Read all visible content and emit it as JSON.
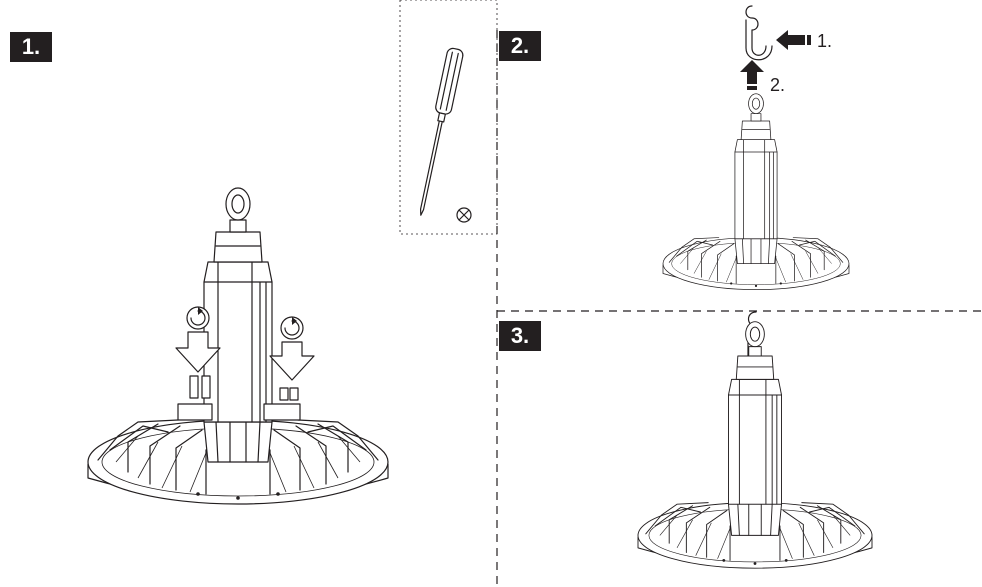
{
  "steps": [
    {
      "label": "1."
    },
    {
      "label": "2."
    },
    {
      "label": "3."
    }
  ],
  "arrows": {
    "label_1": "1.",
    "label_2": "2."
  },
  "icons": {
    "screwdriver": "screwdriver-icon",
    "cross_screw": "cross-screw-icon",
    "rotate": "rotate-screw-icon",
    "hook": "s-hook-icon",
    "lamp": "ufo-high-bay-lamp-icon"
  },
  "colors": {
    "ink": "#231f20",
    "badge_text": "#ffffff"
  }
}
